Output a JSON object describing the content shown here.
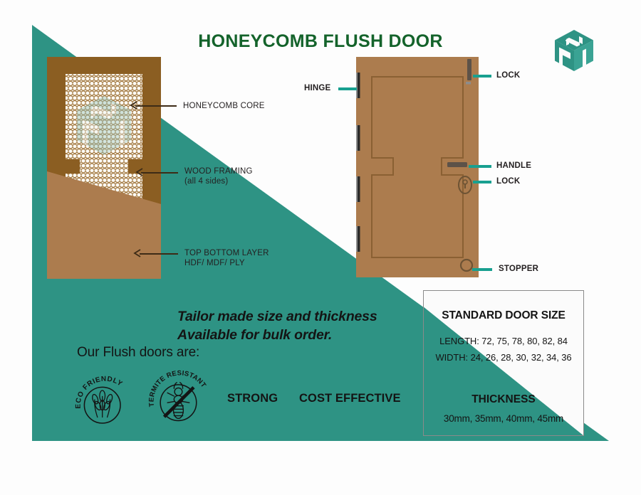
{
  "colors": {
    "teal": "#2e9384",
    "teal_accent": "#18a090",
    "title_green": "#14632b",
    "dark_brown": "#8b5e22",
    "light_brown": "#ac7c4e",
    "mid_brown": "#a3774a",
    "hinge_gray": "#4a4a4a",
    "background": "#fdfdfd",
    "text_dark": "#141414"
  },
  "header": {
    "title": "HONEYCOMB FLUSH DOOR",
    "logo_name": "npi-cube-logo",
    "logo_letters": [
      "N",
      "P",
      "I"
    ]
  },
  "left_diagram": {
    "name": "cutaway-door-diagram",
    "callouts": [
      {
        "label": "HONEYCOMB CORE",
        "sub": ""
      },
      {
        "label": "WOOD FRAMING",
        "sub": "(all 4 sides)"
      },
      {
        "label": "TOP BOTTOM LAYER",
        "sub": "HDF/ MDF/ PLY"
      }
    ]
  },
  "right_diagram": {
    "name": "door-front-diagram",
    "callouts": [
      {
        "label": "HINGE",
        "side": "left"
      },
      {
        "label": "LOCK",
        "side": "right"
      },
      {
        "label": "HANDLE",
        "side": "right"
      },
      {
        "label": "LOCK",
        "side": "right"
      },
      {
        "label": "STOPPER",
        "side": "right"
      }
    ]
  },
  "promo": {
    "tailor_line1": "Tailor made size and thickness",
    "tailor_line2": "Available for bulk order.",
    "intro": "Our Flush doors are:",
    "badges": [
      {
        "name": "eco-friendly-badge",
        "text": "ECO FRIENDLY"
      },
      {
        "name": "termite-resistant-badge",
        "text": "TERMITE RESISTANT"
      }
    ],
    "features": [
      "STRONG",
      "COST EFFECTIVE"
    ]
  },
  "spec_box": {
    "title": "STANDARD DOOR SIZE",
    "length_line": "LENGTH: 72, 75, 78, 80, 82, 84",
    "width_line": "WIDTH: 24, 26, 28, 30, 32, 34, 36",
    "thickness_title": "THICKNESS",
    "thickness_line": "30mm, 35mm, 40mm, 45mm"
  }
}
